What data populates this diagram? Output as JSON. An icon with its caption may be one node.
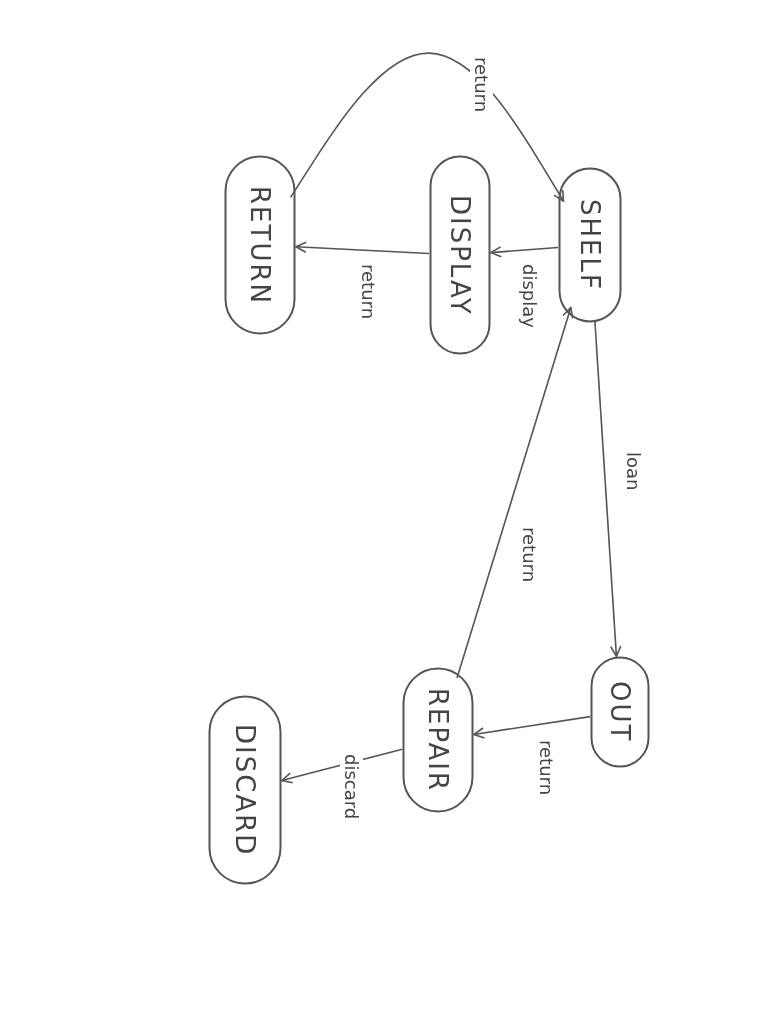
{
  "diagram": {
    "nodes": [
      {
        "text": [
          "SHELF"
        ]
      },
      {
        "text": [
          "DISPLAY"
        ]
      },
      {
        "text": [
          "RETURN"
        ]
      },
      {
        "text": [
          "OUT"
        ]
      },
      {
        "text": [
          "REPAIR"
        ]
      },
      {
        "text": [
          "DISCARD"
        ]
      }
    ],
    "edges": [
      {
        "from": 0,
        "to": 1,
        "arrow": "to",
        "label": "display"
      },
      {
        "from": 1,
        "to": 2,
        "arrow": "to",
        "label": "return"
      },
      {
        "from": 2,
        "to": 0,
        "arrow": "to",
        "label": "return"
      },
      {
        "from": 0,
        "to": 3,
        "arrow": "to",
        "label": "loan"
      },
      {
        "from": 3,
        "to": 4,
        "arrow": "to",
        "label": "return"
      },
      {
        "from": 4,
        "to": 0,
        "arrow": "to",
        "label": "return"
      },
      {
        "from": 4,
        "to": 5,
        "arrow": "to",
        "label": "discard"
      }
    ]
  }
}
